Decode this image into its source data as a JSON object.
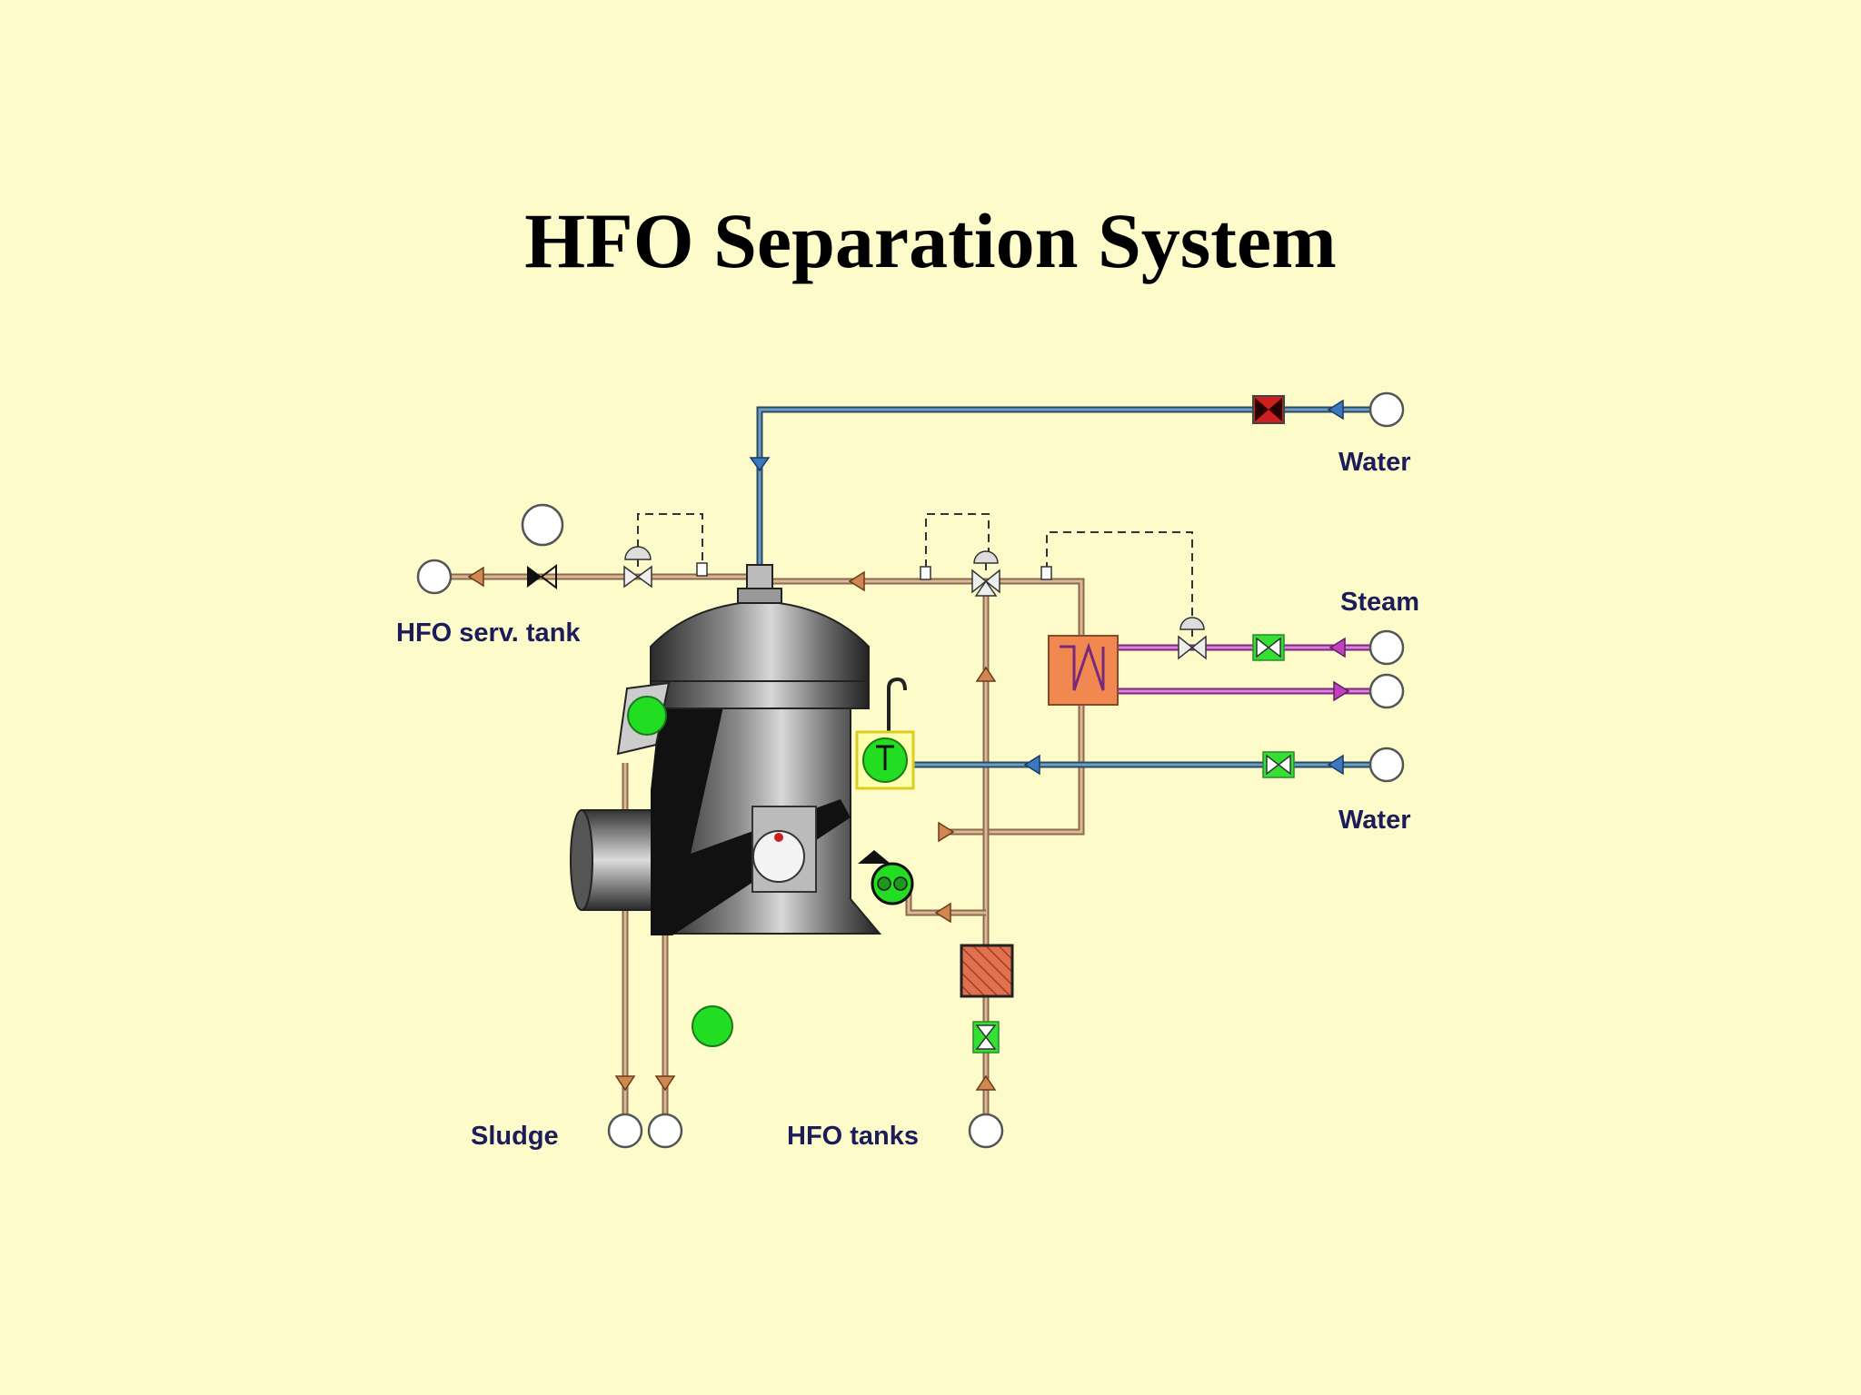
{
  "title": "HFO Separation System",
  "labels": {
    "water_top": "Water",
    "steam": "Steam",
    "water_mid": "Water",
    "hfo_serv_tank": "HFO serv. tank",
    "sludge": "Sludge",
    "hfo_tanks": "HFO tanks"
  },
  "colors": {
    "background": "#fdfbc9",
    "oil_line": "#c9a07c",
    "water_line": "#4c7a9a",
    "steam_line": "#c05ac0",
    "active_green": "#22dd22",
    "heater": "#f08850",
    "closed_valve": "#cc2020"
  },
  "icons": [
    "valve-icon",
    "pump-icon",
    "heater-icon",
    "filter-icon",
    "separator-icon",
    "indicator-icon"
  ]
}
